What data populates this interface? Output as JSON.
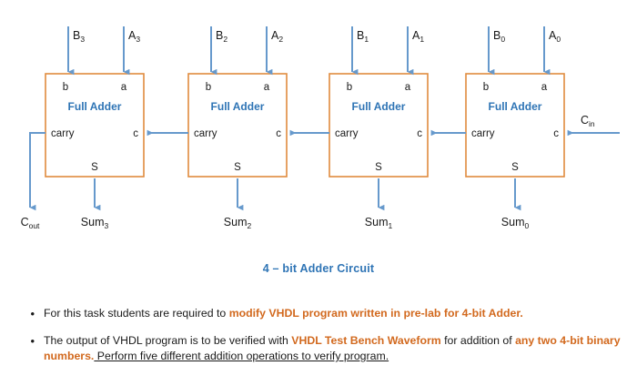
{
  "diagram": {
    "title_caption": "4 – bit Adder Circuit",
    "block_label": "Full Adder",
    "ports": {
      "b": "b",
      "a": "a",
      "carry": "carry",
      "c": "c",
      "s": "S"
    },
    "stages": [
      {
        "index": 3,
        "b_input_base": "B",
        "b_input_sub": "3",
        "a_input_base": "A",
        "a_input_sub": "3",
        "sum_base": "Sum",
        "sum_sub": "3"
      },
      {
        "index": 2,
        "b_input_base": "B",
        "b_input_sub": "2",
        "a_input_base": "A",
        "a_input_sub": "2",
        "sum_base": "Sum",
        "sum_sub": "2"
      },
      {
        "index": 1,
        "b_input_base": "B",
        "b_input_sub": "1",
        "a_input_base": "A",
        "a_input_sub": "1",
        "sum_base": "Sum",
        "sum_sub": "1"
      },
      {
        "index": 0,
        "b_input_base": "B",
        "b_input_sub": "0",
        "a_input_base": "A",
        "a_input_sub": "0",
        "sum_base": "Sum",
        "sum_sub": "0"
      }
    ],
    "carry_in_base": "C",
    "carry_in_sub": "in",
    "carry_out_base": "C",
    "carry_out_sub": "out",
    "colors": {
      "box_border": "#E08B3E",
      "wire": "#6699CC",
      "block_text": "#2E74B5",
      "highlight_text": "#D2691E",
      "body_text": "#1a1a1a"
    }
  },
  "tasks": {
    "bullet_glyph": "•",
    "items": [
      {
        "lead": "For this task students are required to ",
        "highlight": "modify VHDL program written in pre-lab for 4-bit Adder.",
        "tail": ""
      },
      {
        "lead": "The output of VHDL program is to be verified with ",
        "highlight": "VHDL Test Bench Waveform",
        "mid": " for addition of ",
        "highlight2": "any two 4-bit binary numbers.",
        "underlined": " Perform five different addition operations to verify program."
      }
    ]
  }
}
